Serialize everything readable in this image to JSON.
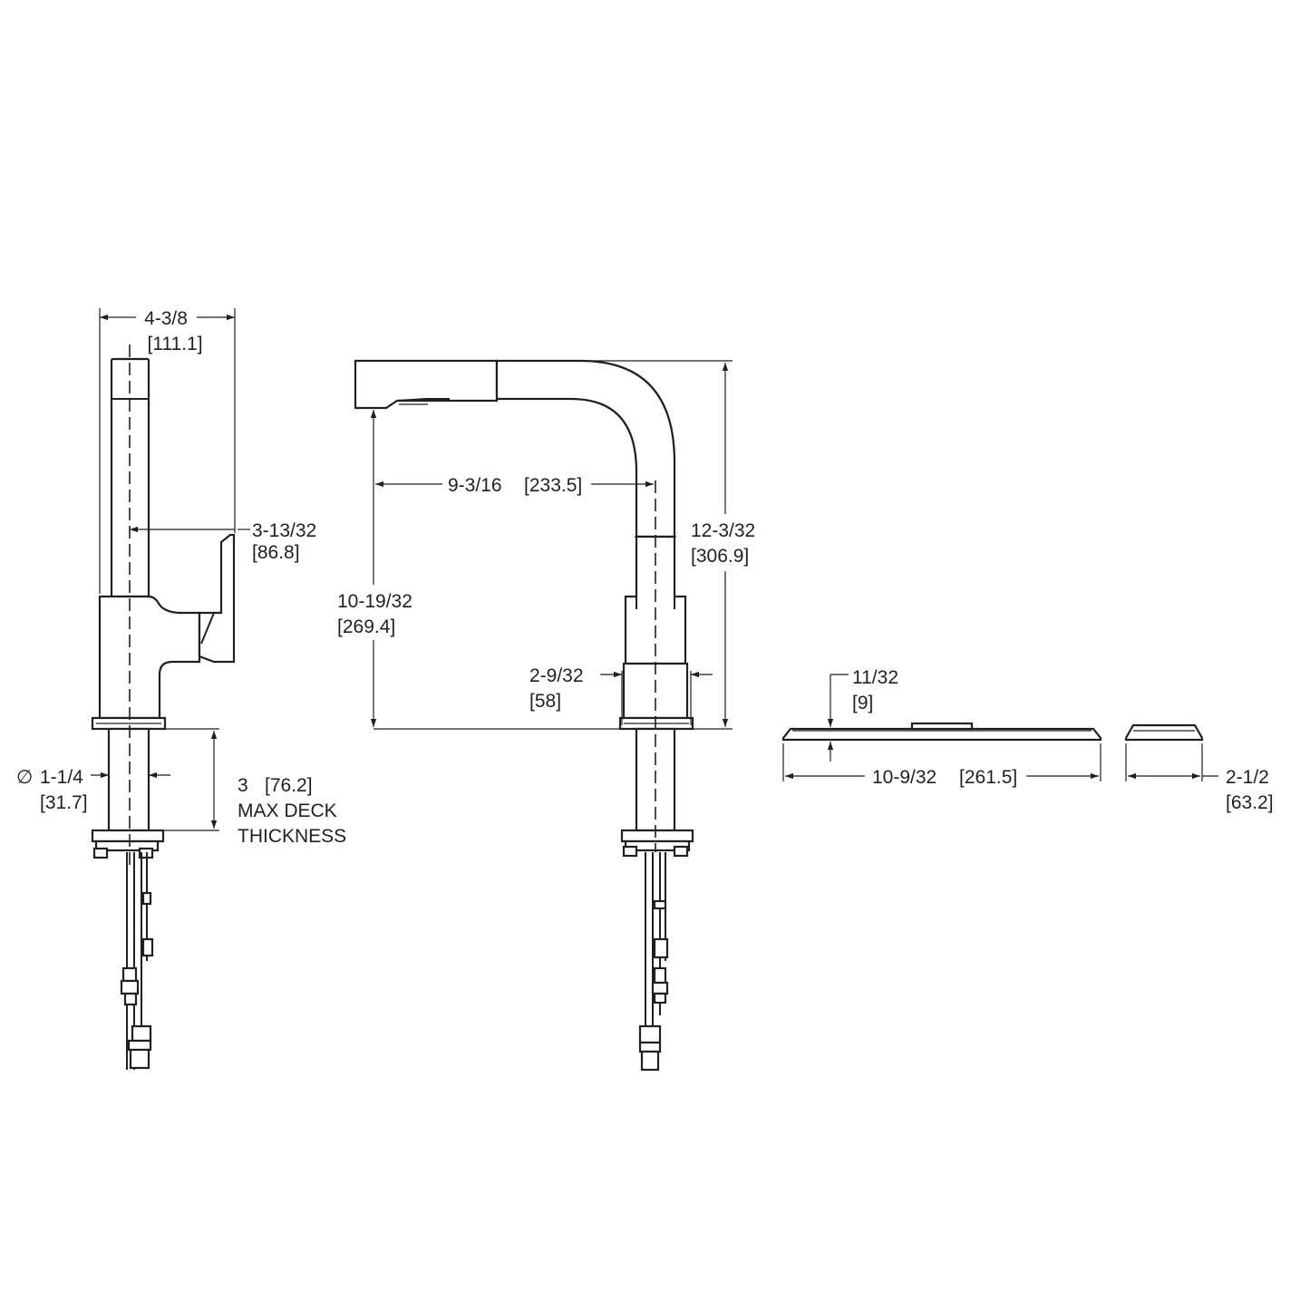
{
  "side_view": {
    "overall_width": {
      "imperial": "4-3/8",
      "metric": "[111.1]"
    },
    "handle_projection": {
      "imperial": "3-13/32",
      "metric": "[86.8]"
    },
    "shank_diameter": {
      "symbol": "∅",
      "imperial": "1-1/4",
      "metric": "[31.7]"
    },
    "deck_thickness": {
      "imperial": "3",
      "metric": "[76.2]",
      "line1": "MAX DECK",
      "line2": "THICKNESS"
    }
  },
  "front_view": {
    "reach": {
      "imperial": "9-3/16",
      "metric": "[233.5]"
    },
    "overall_height": {
      "imperial": "12-3/32",
      "metric": "[306.9]"
    },
    "spout_height": {
      "imperial": "10-19/32",
      "metric": "[269.4]"
    },
    "base_diameter": {
      "imperial": "2-9/32",
      "metric": "[58]"
    }
  },
  "deck_plate": {
    "thickness": {
      "imperial": "11/32",
      "metric": "[9]"
    },
    "length": {
      "imperial": "10-9/32",
      "metric": "[261.5]"
    }
  },
  "escutcheon": {
    "diameter": {
      "imperial": "2-1/2",
      "metric": "[63.2]"
    }
  }
}
